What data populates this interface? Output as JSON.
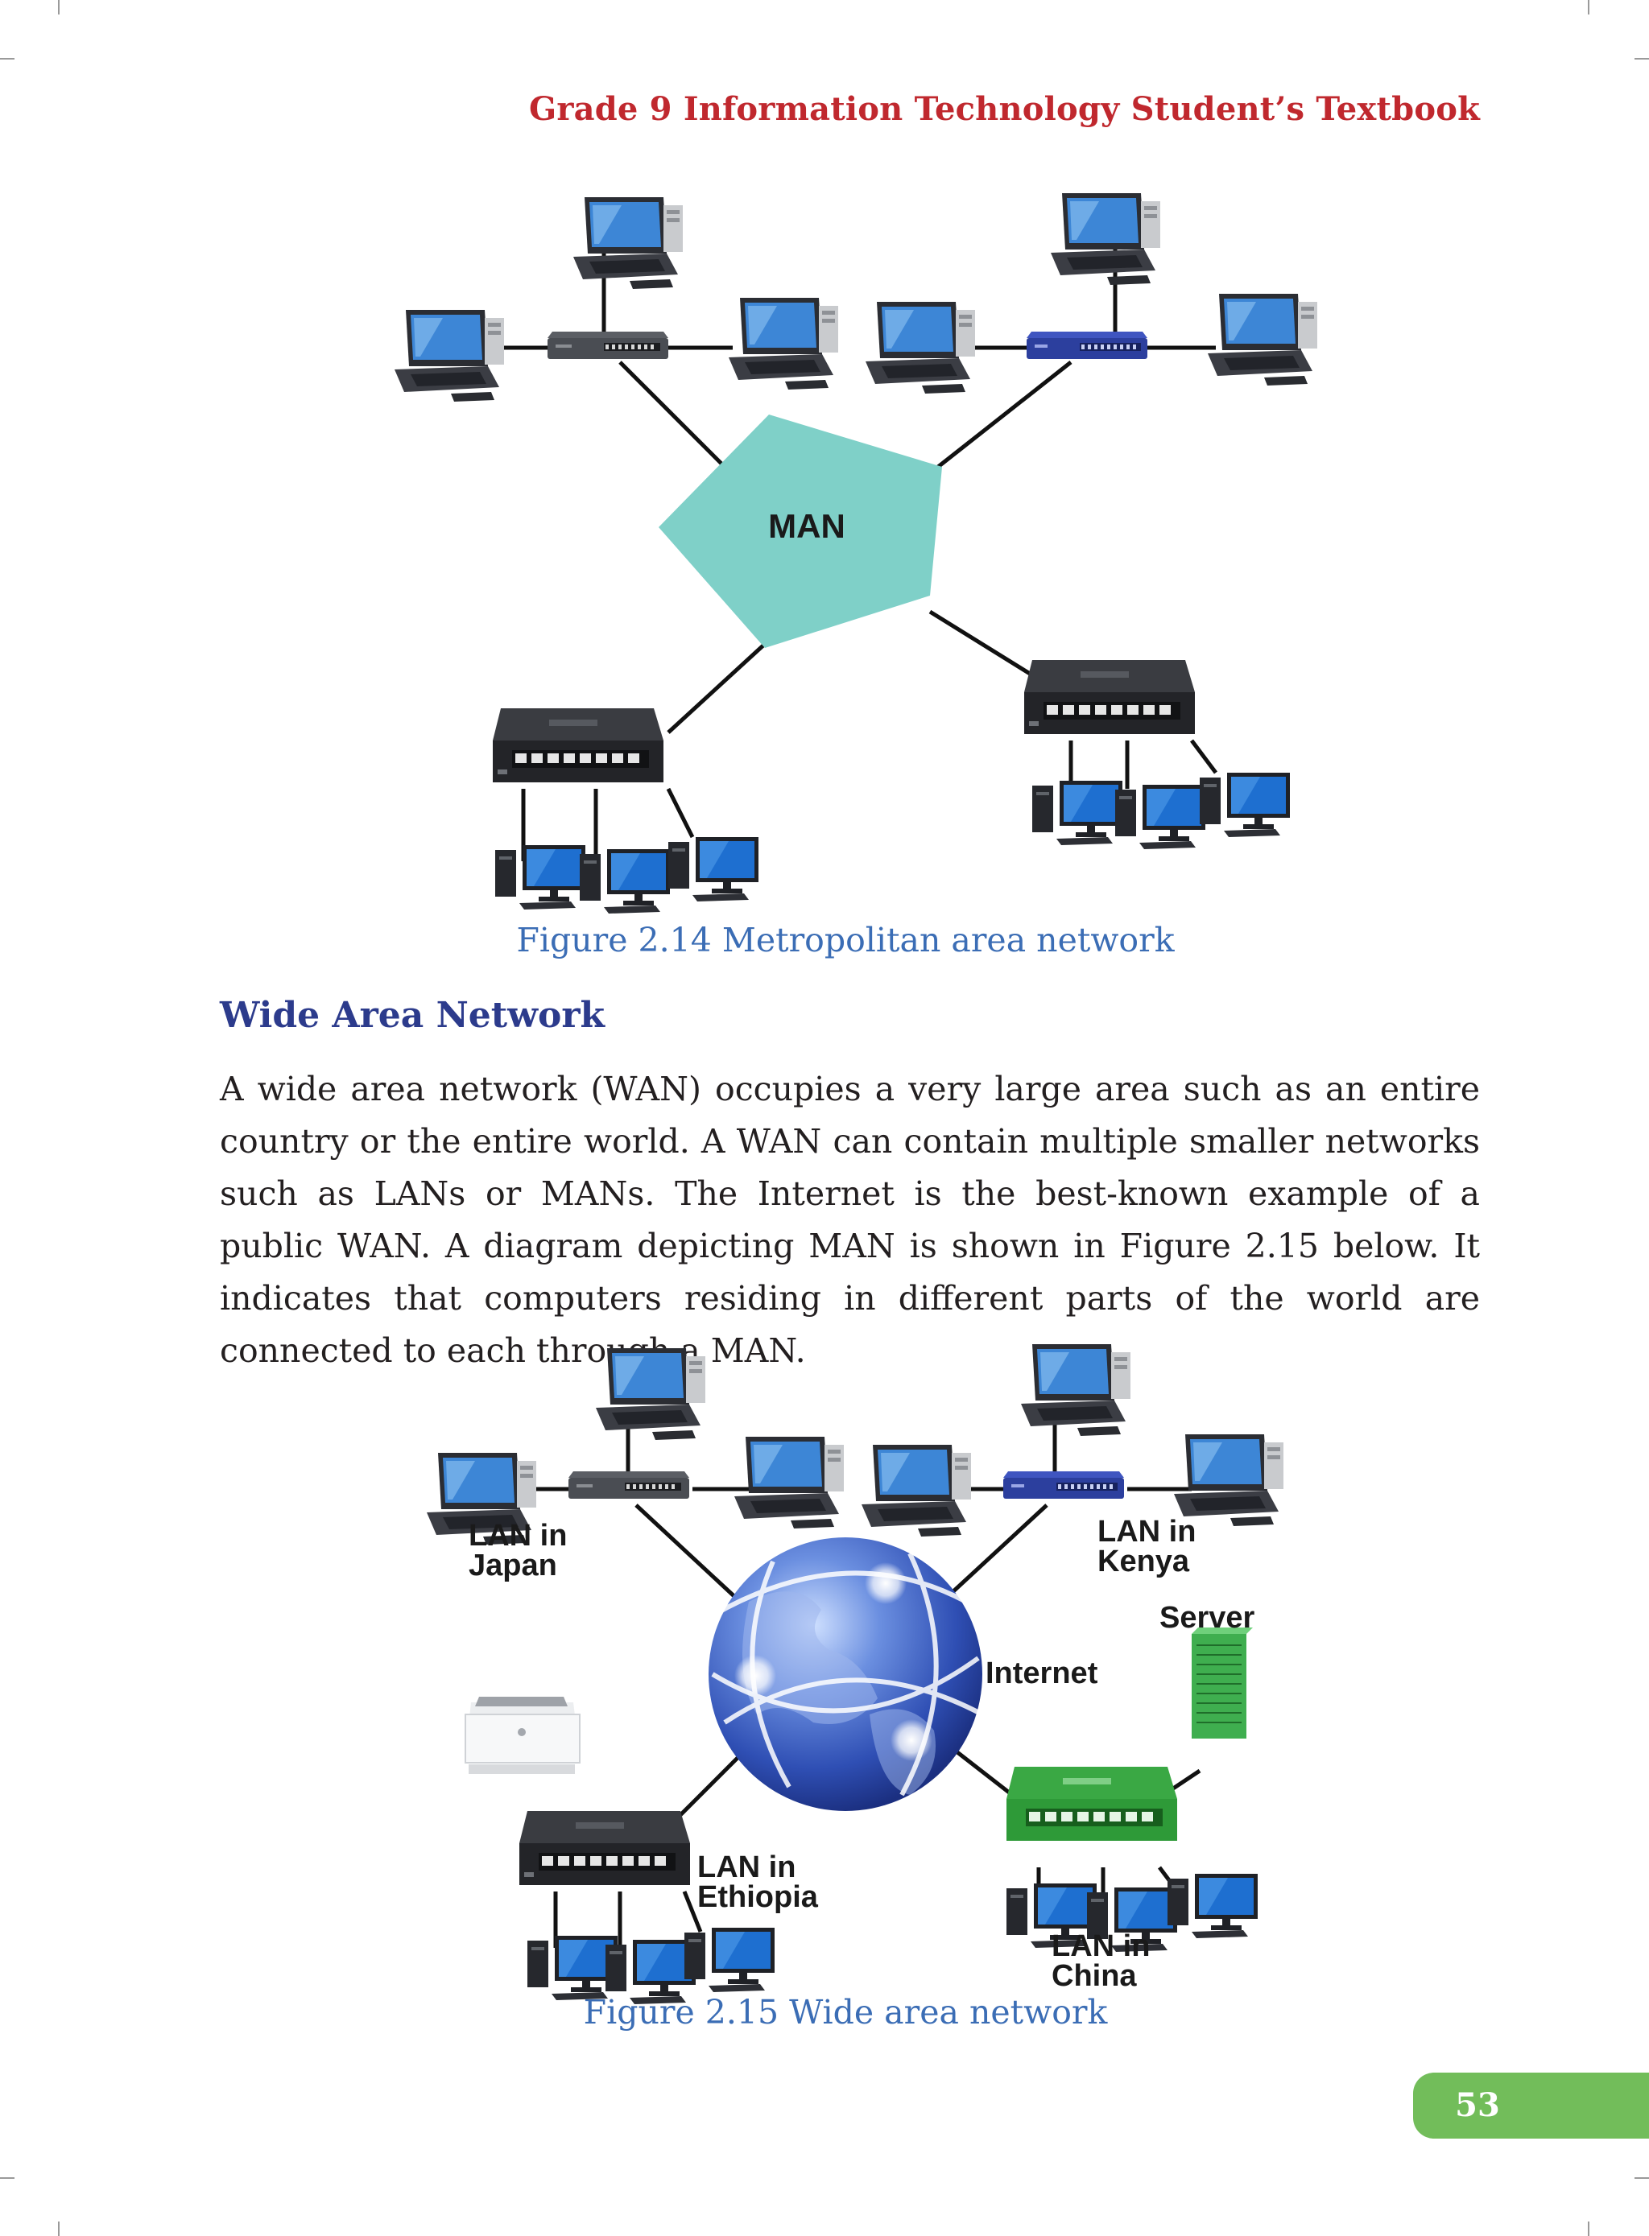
{
  "header": {
    "title": "Grade 9 Information Technology Student’s Textbook"
  },
  "figure_man": {
    "center_label": "MAN",
    "caption": "Figure 2.14 Metropolitan area network"
  },
  "section": {
    "heading": "Wide Area Network",
    "paragraph": "A wide area network (WAN) occupies a very large area such as an entire country or the entire world. A WAN can contain multiple smaller networks such as LANs or MANs. The Internet is the best-known example of a public WAN. A diagram depicting MAN is shown in Figure 2.15 below. It indicates that computers residing in different parts of the world are connected to each through a MAN."
  },
  "figure_wan": {
    "labels": {
      "lan_japan_1": "LAN in",
      "lan_japan_2": "Japan",
      "lan_kenya_1": "LAN in",
      "lan_kenya_2": "Kenya",
      "server": "Server",
      "internet": "Internet",
      "lan_ethiopia_1": "LAN in",
      "lan_ethiopia_2": "Ethiopia",
      "lan_china_1": "LAN in",
      "lan_china_2": "China"
    },
    "caption": "Figure 2.15 Wide area network"
  },
  "footer": {
    "page_number": "53"
  },
  "colors": {
    "header": "#c0282e",
    "caption": "#3b6db5",
    "heading": "#2c3b8c",
    "man_cloud": "#7fd0c8",
    "page_tab": "#72bd5a",
    "green_switch": "#2e9a38",
    "server": "#3fae4f"
  },
  "icons": [
    "laptop-icon",
    "network-switch-icon",
    "desktop-computer-icon",
    "globe-icon",
    "printer-icon",
    "server-rack-icon"
  ]
}
